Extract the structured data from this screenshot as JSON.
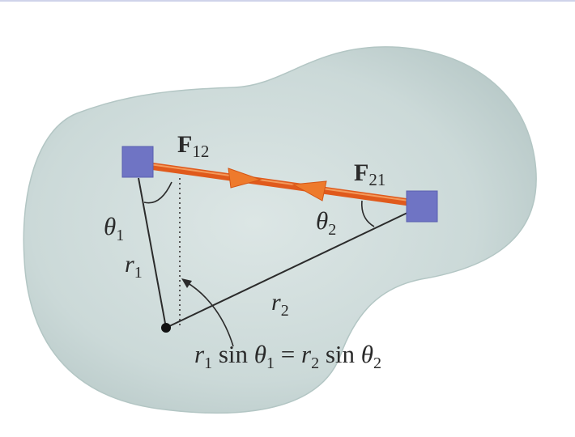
{
  "figure": {
    "labels": {
      "force_12": {
        "main": "F",
        "sub": "12"
      },
      "force_21": {
        "main": "F",
        "sub": "21"
      },
      "theta_1": {
        "main": "θ",
        "sub": "1"
      },
      "theta_2": {
        "main": "θ",
        "sub": "2"
      },
      "r_1": {
        "main": "r",
        "sub": "1"
      },
      "r_2": {
        "main": "r",
        "sub": "2"
      }
    },
    "equation": {
      "r1": "r",
      "r1_sub": "1",
      "sin1": " sin ",
      "theta1": "θ",
      "theta1_sub": "1",
      "equals": " = ",
      "r2": "r",
      "r2_sub": "2",
      "sin2": " sin ",
      "theta2": "θ",
      "theta2_sub": "2"
    },
    "colors": {
      "body_fill": "#cfdcdb",
      "body_edge": "#b3c6c4",
      "particle_fill": "#6f74c4",
      "force_line": "#e05a1c",
      "force_arrow": "#ee7a2c",
      "line_color": "#2b2b2b"
    }
  }
}
